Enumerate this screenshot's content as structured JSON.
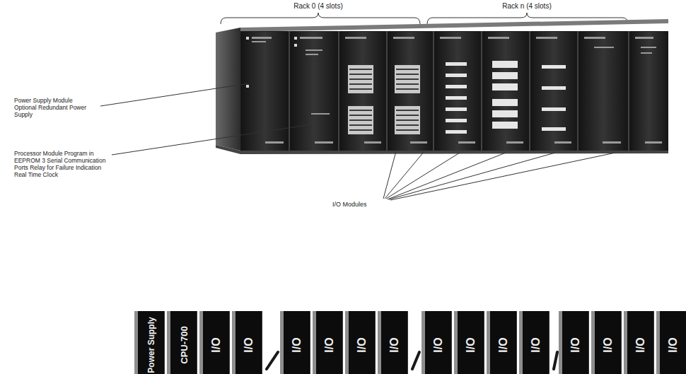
{
  "diagram": {
    "nodes": [
      {
        "text": [
          "Power Supply"
        ]
      },
      {
        "text": [
          "CPU-700"
        ]
      },
      {
        "text": [
          "I/O"
        ]
      },
      {
        "text": [
          "I/O"
        ]
      },
      {
        "text": [
          "I/O"
        ]
      },
      {
        "text": [
          "I/O"
        ]
      },
      {
        "text": [
          "I/O"
        ]
      },
      {
        "text": [
          "I/O"
        ]
      },
      {
        "text": [
          "I/O"
        ]
      },
      {
        "text": [
          "I/O"
        ]
      },
      {
        "text": [
          "I/O"
        ]
      },
      {
        "text": [
          "I/O"
        ]
      },
      {
        "text": [
          "I/O"
        ]
      },
      {
        "text": [
          "I/O"
        ]
      },
      {
        "text": [
          "I/O"
        ]
      },
      {
        "text": [
          "I/O"
        ]
      }
    ],
    "labels": [
      "Rack 0 (4 slots)",
      "Rack n (4 slots)",
      "Power Supply Module Optional Redundant Power Supply",
      "Processor Module Program in EEPROM 3 Serial Communication Ports Relay for Failure Indication Real Time Clock",
      "I/O Modules"
    ]
  }
}
